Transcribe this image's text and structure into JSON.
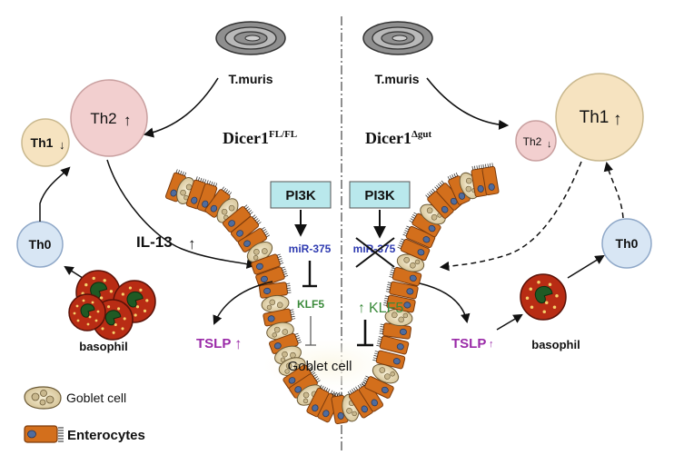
{
  "left_panel": {
    "title": "Dicer1",
    "title_sup": "FL/FL",
    "parasite_label": "T.muris",
    "th2_label": "Th2",
    "th1_label": "Th1",
    "th0_label": "Th0",
    "il13_label": "IL-13",
    "pi3k_label": "PI3K",
    "mir_label": "miR-375",
    "klf5_label": "KLF5",
    "tslp_label": "TSLP",
    "basophil_label": "basophil"
  },
  "right_panel": {
    "title": "Dicer1",
    "title_sup": "Δgut",
    "parasite_label": "T.muris",
    "th1_label": "Th1",
    "th2_label": "Th2",
    "th0_label": "Th0",
    "pi3k_label": "PI3K",
    "mir_label": "miR-375",
    "klf5_label": "KLF5",
    "tslp_label": "TSLP",
    "basophil_label": "basophil"
  },
  "center": {
    "goblet_cell_label": "Goblet cell"
  },
  "legend": {
    "goblet_cell": "Goblet cell",
    "enterocytes": "Enterocytes"
  },
  "arrows": {
    "up": "↑",
    "down": "↓"
  },
  "colors": {
    "th2_fill": "#f2cfcf",
    "th1_fill": "#f6e3c0",
    "th0_fill": "#d8e6f4",
    "pi3k_fill": "#b9e8ec",
    "mir_text": "#2e3ab0",
    "klf5_text": "#3a8a3a",
    "tslp_text": "#9a2aa8",
    "enterocyte": "#d36f1c",
    "basophil": "#b82c14"
  }
}
